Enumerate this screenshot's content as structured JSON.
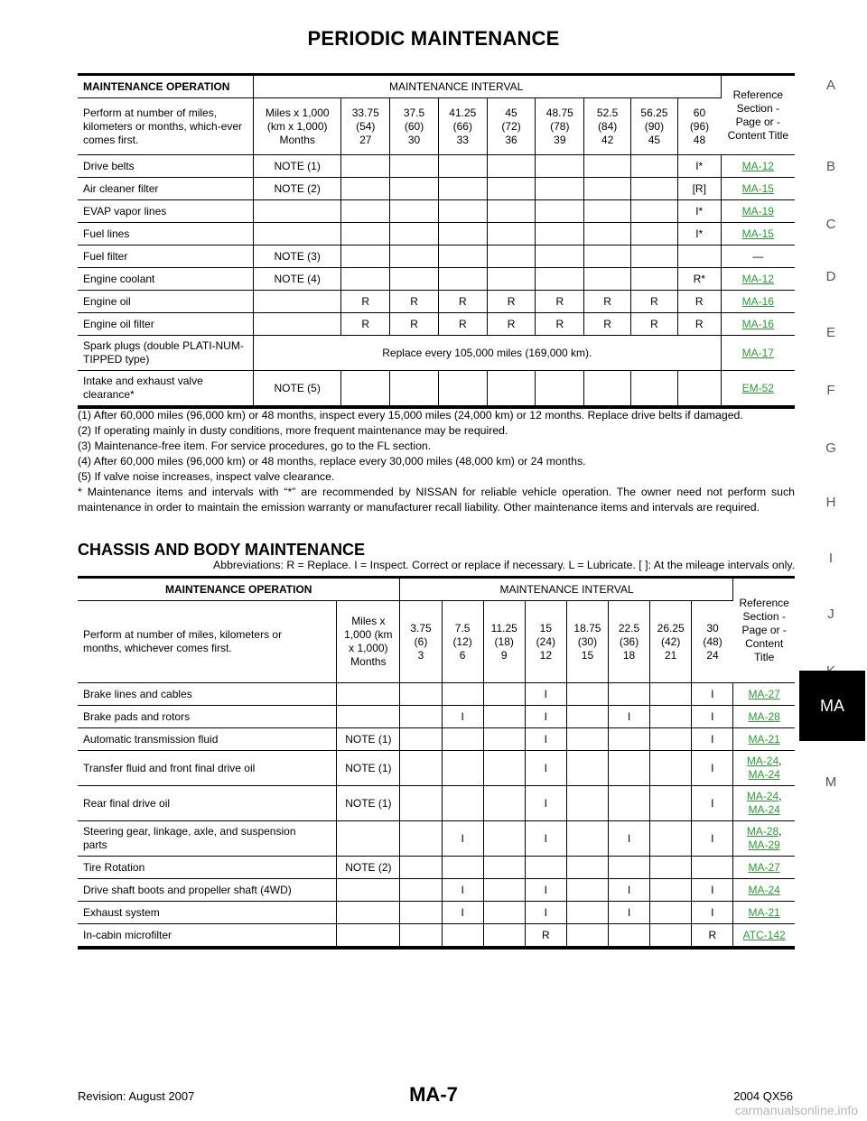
{
  "header": {
    "title": "PERIODIC MAINTENANCE"
  },
  "side_index": {
    "letters": [
      "A",
      "B",
      "C",
      "D",
      "E",
      "F",
      "G",
      "H",
      "I",
      "J",
      "K",
      "M"
    ],
    "active": "MA"
  },
  "engine_table": {
    "head": {
      "operation": "MAINTENANCE OPERATION",
      "interval": "MAINTENANCE INTERVAL",
      "reference": "Reference Section - Page or - Content Title",
      "perform": "Perform at number of miles, kilometers or months, which-ever comes first.",
      "units": "Miles x 1,000 (km x 1,000) Months",
      "intervals": [
        [
          "33.75",
          "(54)",
          "27"
        ],
        [
          "37.5",
          "(60)",
          "30"
        ],
        [
          "41.25",
          "(66)",
          "33"
        ],
        [
          "45",
          "(72)",
          "36"
        ],
        [
          "48.75",
          "(78)",
          "39"
        ],
        [
          "52.5",
          "(84)",
          "42"
        ],
        [
          "56.25",
          "(90)",
          "45"
        ],
        [
          "60",
          "(96)",
          "48"
        ]
      ]
    },
    "rows": [
      {
        "item": "Drive belts",
        "note": "NOTE (1)",
        "vals": [
          "",
          "",
          "",
          "",
          "",
          "",
          "",
          "I*"
        ],
        "ref": "MA-12"
      },
      {
        "item": "Air cleaner filter",
        "note": "NOTE (2)",
        "vals": [
          "",
          "",
          "",
          "",
          "",
          "",
          "",
          "[R]"
        ],
        "ref": "MA-15"
      },
      {
        "item": "EVAP vapor lines",
        "note": "",
        "vals": [
          "",
          "",
          "",
          "",
          "",
          "",
          "",
          "I*"
        ],
        "ref": "MA-19"
      },
      {
        "item": "Fuel lines",
        "note": "",
        "vals": [
          "",
          "",
          "",
          "",
          "",
          "",
          "",
          "I*"
        ],
        "ref": "MA-15"
      },
      {
        "item": "Fuel filter",
        "note": "NOTE (3)",
        "vals": [
          "",
          "",
          "",
          "",
          "",
          "",
          "",
          ""
        ],
        "ref": "—"
      },
      {
        "item": "Engine coolant",
        "note": "NOTE (4)",
        "vals": [
          "",
          "",
          "",
          "",
          "",
          "",
          "",
          "R*"
        ],
        "ref": "MA-12"
      },
      {
        "item": "Engine oil",
        "note": "",
        "vals": [
          "R",
          "R",
          "R",
          "R",
          "R",
          "R",
          "R",
          "R"
        ],
        "ref": "MA-16"
      },
      {
        "item": "Engine oil filter",
        "note": "",
        "vals": [
          "R",
          "R",
          "R",
          "R",
          "R",
          "R",
          "R",
          "R"
        ],
        "ref": "MA-16"
      }
    ],
    "spark": {
      "item": "Spark plugs (double PLATI-NUM-TIPPED type)",
      "text": "Replace every 105,000 miles (169,000 km).",
      "ref": "MA-17"
    },
    "valve": {
      "item": "Intake and exhaust valve clearance*",
      "note": "NOTE (5)",
      "ref": "EM-52"
    }
  },
  "notes": [
    "(1) After 60,000 miles (96,000 km) or 48 months, inspect every 15,000 miles (24,000 km) or 12 months. Replace drive belts if damaged.",
    "(2) If operating mainly in dusty conditions, more frequent maintenance may be required.",
    "(3) Maintenance-free item. For service procedures, go to the FL section.",
    "(4) After 60,000 miles (96,000 km) or 48 months, replace every 30,000 miles (48,000 km) or 24 months.",
    "(5) If valve noise increases, inspect valve clearance.",
    "* Maintenance items and intervals with “*” are recommended by NISSAN for reliable vehicle operation. The owner need not perform such maintenance in order to maintain the emission warranty or manufacturer recall liability. Other maintenance items and intervals are required."
  ],
  "chassis": {
    "title": "CHASSIS AND BODY MAINTENANCE",
    "abbrev": "Abbreviations: R = Replace. I = Inspect. Correct or replace if necessary. L = Lubricate. [  ]: At the mileage intervals only."
  },
  "chassis_table": {
    "head": {
      "operation": "MAINTENANCE OPERATION",
      "interval": "MAINTENANCE INTERVAL",
      "reference": "Reference Section - Page or - Content Title",
      "perform": "Perform at number of miles, kilometers or months, whichever comes first.",
      "units": "Miles x 1,000 (km x 1,000) Months",
      "intervals": [
        [
          "3.75",
          "(6)",
          "3"
        ],
        [
          "7.5",
          "(12)",
          "6"
        ],
        [
          "11.25",
          "(18)",
          "9"
        ],
        [
          "15",
          "(24)",
          "12"
        ],
        [
          "18.75",
          "(30)",
          "15"
        ],
        [
          "22.5",
          "(36)",
          "18"
        ],
        [
          "26.25",
          "(42)",
          "21"
        ],
        [
          "30",
          "(48)",
          "24"
        ]
      ]
    },
    "rows": [
      {
        "item": "Brake lines and cables",
        "note": "",
        "vals": [
          "",
          "",
          "",
          "I",
          "",
          "",
          "",
          "I"
        ],
        "refs": [
          "MA-27"
        ]
      },
      {
        "item": "Brake pads and rotors",
        "note": "",
        "vals": [
          "",
          "I",
          "",
          "I",
          "",
          "I",
          "",
          "I"
        ],
        "refs": [
          "MA-28"
        ]
      },
      {
        "item": "Automatic transmission fluid",
        "note": "NOTE (1)",
        "vals": [
          "",
          "",
          "",
          "I",
          "",
          "",
          "",
          "I"
        ],
        "refs": [
          "MA-21"
        ]
      },
      {
        "item": "Transfer fluid and front final drive oil",
        "note": "NOTE (1)",
        "vals": [
          "",
          "",
          "",
          "I",
          "",
          "",
          "",
          "I"
        ],
        "refs": [
          "MA-24",
          "MA-24"
        ]
      },
      {
        "item": "Rear final drive oil",
        "note": "NOTE (1)",
        "vals": [
          "",
          "",
          "",
          "I",
          "",
          "",
          "",
          "I"
        ],
        "refs": [
          "MA-24",
          "MA-24"
        ]
      },
      {
        "item": "Steering gear, linkage, axle, and suspension parts",
        "note": "",
        "vals": [
          "",
          "I",
          "",
          "I",
          "",
          "I",
          "",
          "I"
        ],
        "refs": [
          "MA-28",
          "MA-29"
        ]
      },
      {
        "item": "Tire Rotation",
        "note": "NOTE (2)",
        "vals": [
          "",
          "",
          "",
          "",
          "",
          "",
          "",
          ""
        ],
        "refs": [
          "MA-27"
        ]
      },
      {
        "item": "Drive shaft boots and propeller shaft (4WD)",
        "note": "",
        "vals": [
          "",
          "I",
          "",
          "I",
          "",
          "I",
          "",
          "I"
        ],
        "refs": [
          "MA-24"
        ]
      },
      {
        "item": "Exhaust system",
        "note": "",
        "vals": [
          "",
          "I",
          "",
          "I",
          "",
          "I",
          "",
          "I"
        ],
        "refs": [
          "MA-21"
        ]
      },
      {
        "item": "In-cabin microfilter",
        "note": "",
        "vals": [
          "",
          "",
          "",
          "R",
          "",
          "",
          "",
          "R"
        ],
        "refs": [
          "ATC-142"
        ]
      }
    ]
  },
  "footer": {
    "revision": "Revision: August 2007",
    "page": "MA-7",
    "model": "2004 QX56",
    "watermark": "carmanualsonline.info"
  }
}
